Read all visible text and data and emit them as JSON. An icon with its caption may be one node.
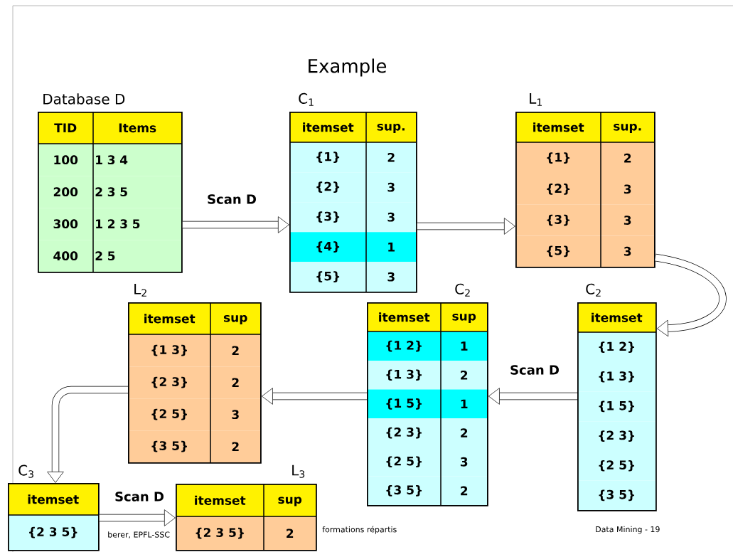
{
  "diagram": {
    "title": "Example",
    "nodes": [
      {
        "text": [
          "Database D",
          "TID",
          "Items",
          "100",
          "1 3 4",
          "200",
          "2 3 5",
          "300",
          "1 2 3 5",
          "400",
          "2 5"
        ]
      },
      {
        "text": [
          "C$_{1}$",
          "itemset",
          "sup.",
          "{1}",
          "2",
          "{2}",
          "3",
          "{3}",
          "3",
          "{4}",
          "1",
          "{5}",
          "3"
        ]
      },
      {
        "text": [
          "L$_{1}$",
          "itemset",
          "sup.",
          "{1}",
          "2",
          "{2}",
          "3",
          "{3}",
          "3",
          "{5}",
          "3"
        ]
      },
      {
        "text": [
          "L$_{2}$",
          "itemset",
          "sup",
          "{1 3}",
          "2",
          "{2 3}",
          "2",
          "{2 5}",
          "3",
          "{3 5}",
          "2"
        ]
      },
      {
        "text": [
          "C$_{2}$",
          "itemset",
          "sup",
          "{1 2}",
          "1",
          "{1 3}",
          "2",
          "{1 5}",
          "1",
          "{2 3}",
          "2",
          "{2 5}",
          "3",
          "{3 5}",
          "2"
        ]
      },
      {
        "text": [
          "C$_{2}$",
          "itemset",
          "{1 2}",
          "{1 3}",
          "{1 5}",
          "{2 3}",
          "{2 5}",
          "{3 5}"
        ]
      },
      {
        "text": [
          "C$_{3}$",
          "itemset",
          "{2 3 5}"
        ]
      },
      {
        "text": [
          "L$_{3}$",
          "itemset",
          "sup",
          "{2 3 5}",
          "2"
        ]
      }
    ],
    "edges": [
      {
        "from": 0,
        "to": 1,
        "arrow": "to",
        "label": "Scan D"
      },
      {
        "from": 1,
        "to": 2,
        "arrow": "to"
      },
      {
        "from": 2,
        "to": 5,
        "arrow": "to"
      },
      {
        "from": 5,
        "to": 4,
        "arrow": "to",
        "label": "Scan D"
      },
      {
        "from": 4,
        "to": 3,
        "arrow": "to"
      },
      {
        "from": 3,
        "to": 6,
        "arrow": "to"
      },
      {
        "from": 6,
        "to": 7,
        "arrow": "to",
        "label": "Scan D"
      }
    ],
    "labels": [
      "berer, EPFL-SSC",
      "formations répartis",
      "Data Mining - 19"
    ]
  }
}
